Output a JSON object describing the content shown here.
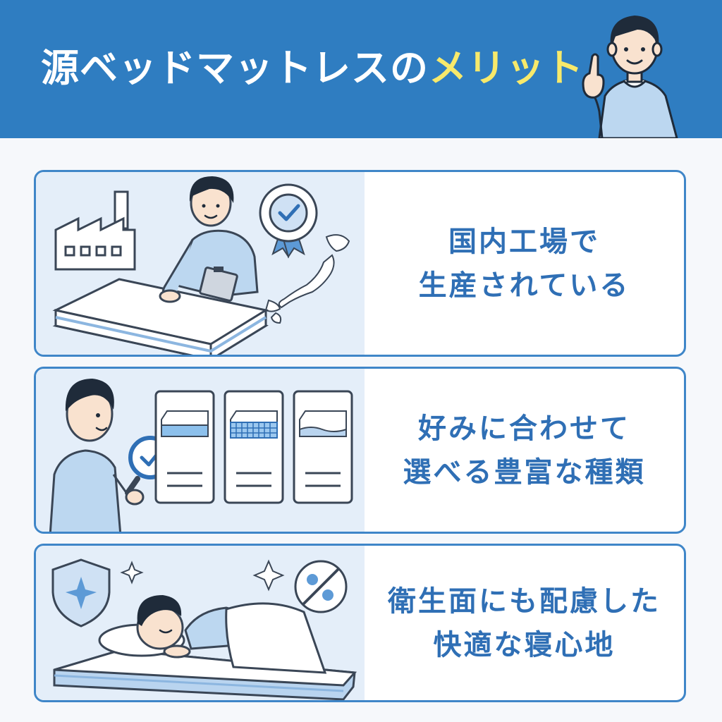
{
  "header": {
    "title_main": "源ベッドマットレスの",
    "title_accent": "メリット"
  },
  "benefits": [
    {
      "line1": "国内工場で",
      "line2": "生産されている"
    },
    {
      "line1": "好みに合わせて",
      "line2": "選べる豊富な種類"
    },
    {
      "line1": "衛生面にも配慮した",
      "line2": "快適な寝心地"
    }
  ],
  "colors": {
    "header_bg": "#2f7dc1",
    "title_accent": "#f7e96b",
    "card_border": "#3f86c8",
    "card_text": "#2f6fb5",
    "illustration_bg": "#e4eef9"
  }
}
